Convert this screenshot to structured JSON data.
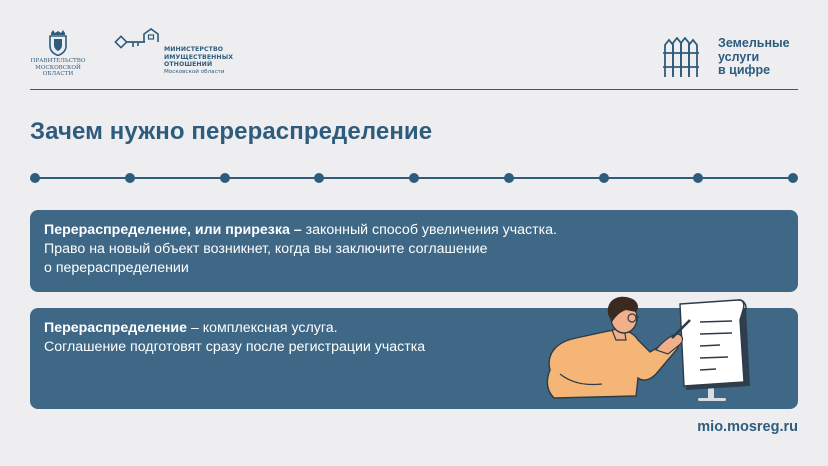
{
  "header": {
    "gov_logo": {
      "icon": "coat-of-arms-icon",
      "lines": [
        "ПРАВИТЕЛЬСТВО",
        "МОСКОВСКОЙ",
        "ОБЛАСТИ"
      ]
    },
    "ministry_logo": {
      "icon": "key-house-icon",
      "lines": [
        "МИНИСТЕРСТВО",
        "ИМУЩЕСТВЕННЫХ",
        "ОТНОШЕНИЙ"
      ],
      "sub": "Московской области"
    },
    "brand": {
      "icon": "fence-icon",
      "lines": [
        "Земельные",
        "услуги",
        "в цифре"
      ]
    }
  },
  "title": "Зачем нужно перераспределение",
  "timeline": {
    "dot_count": 9
  },
  "cards": [
    {
      "bold": "Перераспределение, или прирезка – ",
      "rest": "законный способ увеличения участка.",
      "lines": [
        "Право на новый объект возникнет, когда вы заключите соглашение",
        "о перераспределении"
      ]
    },
    {
      "bold": "Перераспределение",
      "rest": " – комплексная услуга.",
      "lines": [
        "Соглашение подготовят сразу после регистрации участка"
      ]
    }
  ],
  "illustration": {
    "icon": "person-signing-document-icon"
  },
  "footer": {
    "url": "mio.mosreg.ru"
  },
  "colors": {
    "primary": "#2e5c7d",
    "card": "#3e6886",
    "background": "#eeeef1",
    "skin": "#f2b08a",
    "shirt": "#f5b577"
  }
}
